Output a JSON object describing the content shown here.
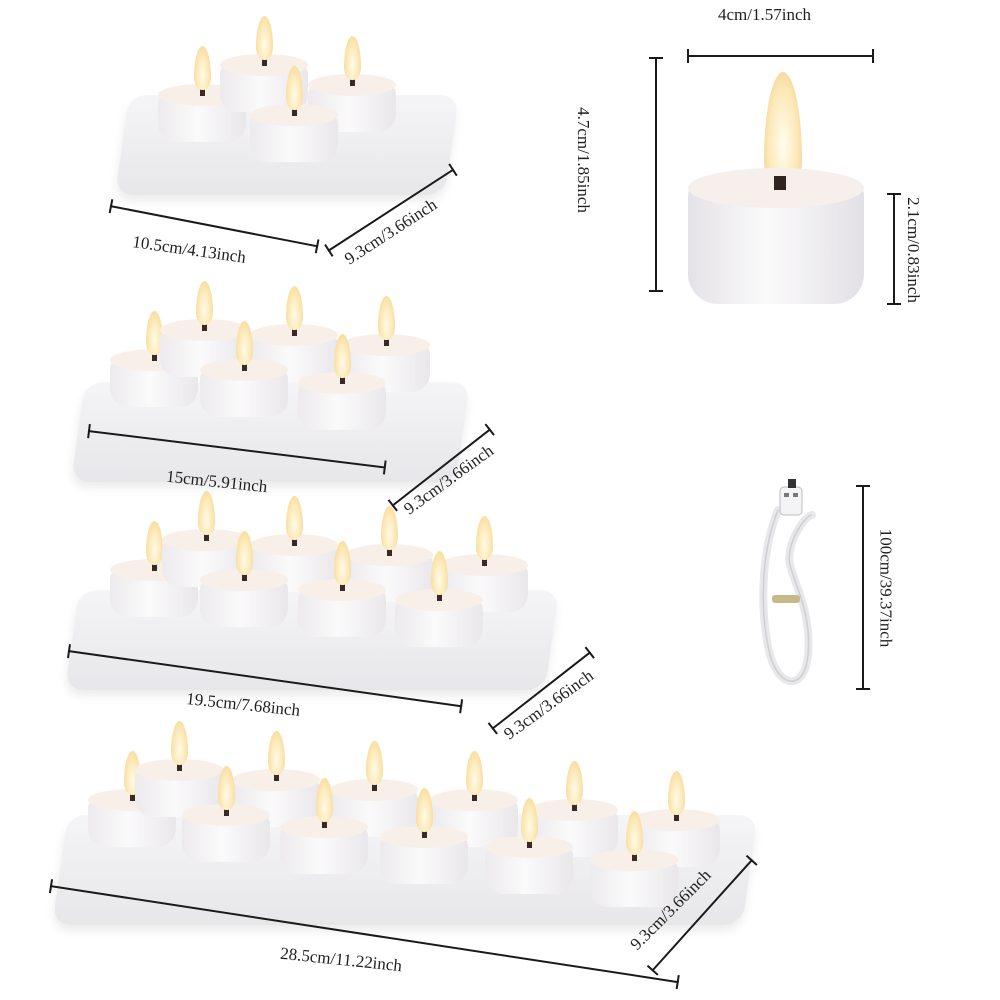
{
  "product": {
    "type": "rechargeable LED tea light candles with charging trays",
    "colors": {
      "background": "#ffffff",
      "tray": "#ececef",
      "candle": "#f5f3f4",
      "flame": "#fbe6b0",
      "line": "#1a1a1a"
    }
  },
  "single_candle": {
    "width_label": "4cm/1.57inch",
    "total_height_label": "4.7cm/1.85inch",
    "body_height_label": "2.1cm/0.83inch"
  },
  "cable": {
    "length_label": "100cm/39.37inch",
    "icon": "usb-cable-icon"
  },
  "trays": [
    {
      "candle_count": 4,
      "length_label": "10.5cm/4.13inch",
      "depth_label": "9.3cm/3.66inch"
    },
    {
      "candle_count": 6,
      "length_label": "15cm/5.91inch",
      "depth_label": "9.3cm/3.66inch"
    },
    {
      "candle_count": 8,
      "length_label": "19.5cm/7.68inch",
      "depth_label": "9.3cm/3.66inch"
    },
    {
      "candle_count": 12,
      "length_label": "28.5cm/11.22inch",
      "depth_label": "9.3cm/3.66inch"
    }
  ]
}
